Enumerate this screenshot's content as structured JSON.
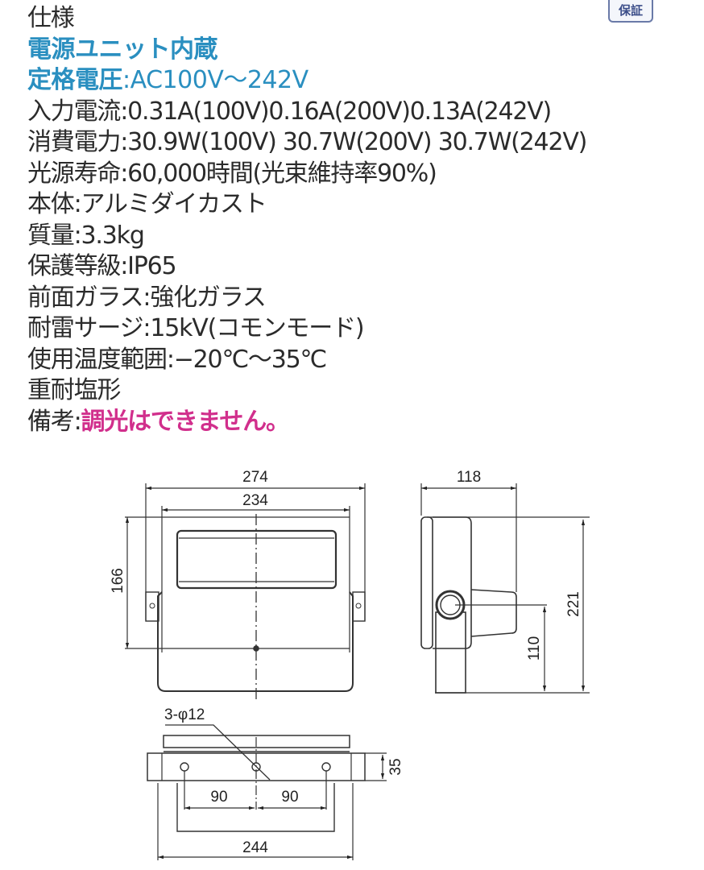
{
  "badge": {
    "label": "保証"
  },
  "specs": {
    "title": "仕様",
    "power_unit": "電源ユニット内蔵",
    "rated_voltage": {
      "label": "定格電圧",
      "sep": ":",
      "value": "AC100V〜242V"
    },
    "rows": [
      {
        "label": "入力電流",
        "sep": ":",
        "value": "0.31A(100V)0.16A(200V)0.13A(242V)"
      },
      {
        "label": "消費電力",
        "sep": ":",
        "value": "30.9W(100V) 30.7W(200V) 30.7W(242V)"
      },
      {
        "label": "光源寿命",
        "sep": ":",
        "value": "60,000時間(光束維持率90%)"
      },
      {
        "label": "本体",
        "sep": ":",
        "value": "アルミダイカスト"
      },
      {
        "label": "質量",
        "sep": ":",
        "value": "3.3kg"
      },
      {
        "label": "保護等級",
        "sep": ":",
        "value": "IP65"
      },
      {
        "label": "前面ガラス",
        "sep": ":",
        "value": "強化ガラス"
      },
      {
        "label": "耐雷サージ",
        "sep": ":",
        "value": "15kV(コモンモード)"
      },
      {
        "label": "使用温度範囲",
        "sep": ":",
        "value": "−20℃〜35℃"
      }
    ],
    "salt_resistance": "重耐塩形",
    "remarks": {
      "label": "備考",
      "sep": ":",
      "value": "調光はできません。"
    }
  },
  "colors": {
    "blue": "#2a8fc0",
    "magenta": "#d12f8c",
    "text": "#2b2b2b"
  },
  "drawing": {
    "front_view": {
      "outer_width": "274",
      "inner_width": "234",
      "height": "166"
    },
    "side_view": {
      "depth": "118",
      "total_height": "221",
      "pivot_height": "110"
    },
    "bracket_view": {
      "holes": "3-φ12",
      "pitch_left": "90",
      "pitch_right": "90",
      "width": "244",
      "height": "35"
    }
  }
}
